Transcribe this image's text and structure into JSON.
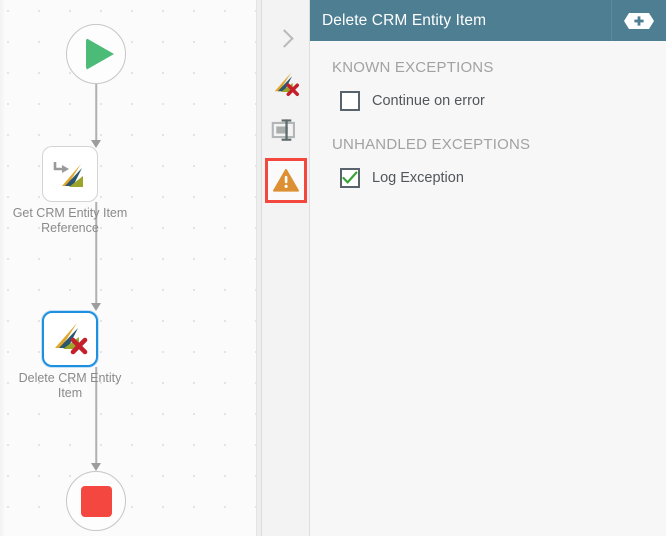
{
  "canvas": {
    "name": "workflow-canvas",
    "nodes": [
      {
        "id": "start",
        "type": "start-circle",
        "label": "",
        "icon": "play-icon"
      },
      {
        "id": "get",
        "type": "activity",
        "label": "Get CRM Entity Item\nReference",
        "icon": "crm-entity-reference-icon",
        "selected": false
      },
      {
        "id": "delete",
        "type": "activity",
        "label": "Delete CRM Entity\nItem",
        "icon": "crm-delete-icon",
        "selected": true
      },
      {
        "id": "stop",
        "type": "end-circle",
        "label": "",
        "icon": "stop-icon"
      }
    ]
  },
  "rail": {
    "items": [
      {
        "name": "collapse-panel-toggle",
        "icon": "chevron-right-icon",
        "label": "",
        "active": false
      },
      {
        "name": "rail-item-activity",
        "icon": "crm-delete-icon",
        "label": "",
        "active": false
      },
      {
        "name": "rail-item-properties",
        "icon": "text-field-icon",
        "label": "",
        "active": false
      },
      {
        "name": "rail-item-exceptions",
        "icon": "warning-triangle-icon",
        "label": "",
        "active": true
      }
    ]
  },
  "panel": {
    "title": "Delete CRM Entity Item",
    "add_action_label": "+",
    "add_action_icon": "add-icon",
    "sections": [
      {
        "heading": "KNOWN EXCEPTIONS",
        "options": [
          {
            "label": "Continue on error",
            "checked": false
          }
        ]
      },
      {
        "heading": "UNHANDLED EXCEPTIONS",
        "options": [
          {
            "label": "Log Exception",
            "checked": true
          }
        ]
      }
    ]
  },
  "colors": {
    "header_teal": "#4d7e92",
    "accent_red": "#f4483f",
    "selection_blue": "#1e90e0",
    "start_green": "#4cbb78",
    "stop_red": "#f4473f",
    "warning_orange": "#dd9033",
    "check_green": "#3aa33a",
    "canvas_bg": "#fbfbfb",
    "panel_bg": "#f7f7f7",
    "rail_bg": "#f3f3f3"
  }
}
